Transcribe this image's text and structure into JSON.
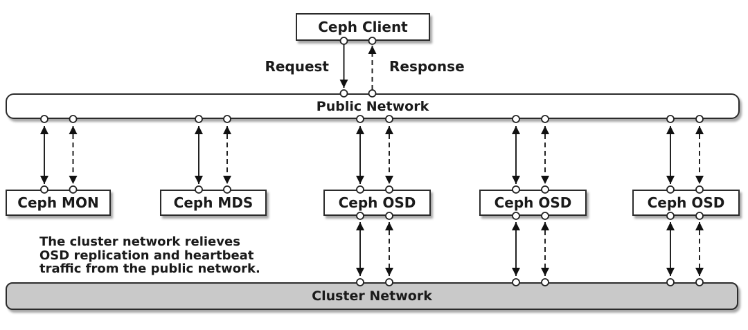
{
  "diagram": {
    "client": {
      "label": "Ceph Client"
    },
    "request_label": "Request",
    "response_label": "Response",
    "public_network": {
      "label": "Public Network"
    },
    "cluster_network": {
      "label": "Cluster Network"
    },
    "nodes": [
      {
        "label": "Ceph MON"
      },
      {
        "label": "Ceph MDS"
      },
      {
        "label": "Ceph OSD"
      },
      {
        "label": "Ceph OSD"
      },
      {
        "label": "Ceph OSD"
      }
    ],
    "annotation": {
      "lines": [
        "The cluster network relieves",
        "OSD replication and heartbeat",
        "traffic from the public network."
      ]
    },
    "colors": {
      "line": "#222222",
      "box_fill": "#ffffff",
      "cluster_fill": "#c9c9c9",
      "background": "#ffffff",
      "text": "#1a1a1a"
    }
  }
}
